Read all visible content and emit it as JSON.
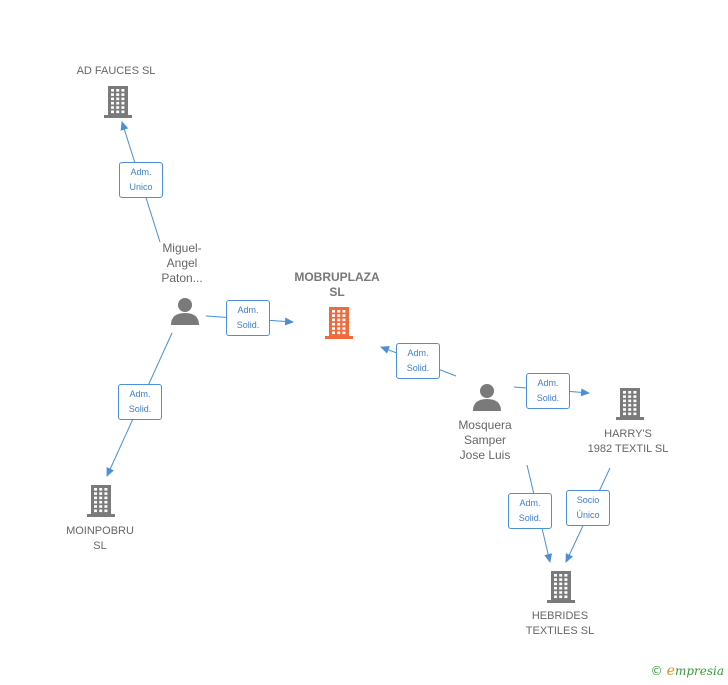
{
  "nodes": {
    "ad_fauces": {
      "label": "AD FAUCES SL",
      "kind": "company"
    },
    "miguel": {
      "label": "Miguel-\nAngel\nPaton...",
      "kind": "person"
    },
    "mobruplaza": {
      "label": "MOBRUPLAZA\nSL",
      "kind": "company-main"
    },
    "moinpobru": {
      "label": "MOINPOBRU\nSL",
      "kind": "company"
    },
    "mosquera": {
      "label": "Mosquera\nSamper\nJose Luis",
      "kind": "person"
    },
    "harrys": {
      "label": "HARRY'S\n1982 TEXTIL SL",
      "kind": "company"
    },
    "hebrides": {
      "label": "HEBRIDES\nTEXTILES  SL",
      "kind": "company"
    }
  },
  "edges": [
    {
      "from": "miguel",
      "to": "ad_fauces",
      "label": "Adm.\nUnico"
    },
    {
      "from": "miguel",
      "to": "mobruplaza",
      "label": "Adm.\nSolid."
    },
    {
      "from": "miguel",
      "to": "moinpobru",
      "label": "Adm.\nSolid."
    },
    {
      "from": "mosquera",
      "to": "mobruplaza",
      "label": "Adm.\nSolid."
    },
    {
      "from": "mosquera",
      "to": "harrys",
      "label": "Adm.\nSolid."
    },
    {
      "from": "mosquera",
      "to": "hebrides",
      "label": "Adm.\nSolid."
    },
    {
      "from": "harrys",
      "to": "hebrides",
      "label": "Socio\nÚnico"
    }
  ],
  "colors": {
    "edge": "#4a8fd8",
    "company_icon": "#7a7a7a",
    "main_icon": "#ef6a3d",
    "person_icon": "#7a7a7a"
  },
  "footer": {
    "copyright": "©",
    "brand_initial": "e",
    "brand_rest": "mpresia"
  }
}
